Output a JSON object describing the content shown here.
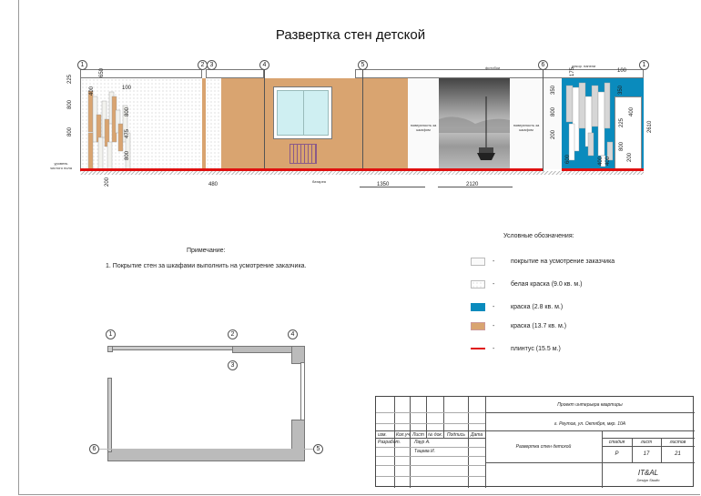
{
  "title": "Развертка стен детской",
  "axes": [
    "1",
    "2",
    "3",
    "4",
    "5",
    "6",
    "1"
  ],
  "elevation": {
    "floor_level_label": "уровень чистого пола",
    "photo_label": "фотобои",
    "decor_label": "декор. панели",
    "behind_wardrobe_left": "поверхность за шкафом",
    "behind_wardrobe_right": "поверхность за шкафом",
    "radiator_label": "батарея",
    "dims": {
      "d225": "225",
      "d650": "650",
      "d400": "400",
      "d100": "100",
      "d800a": "800",
      "d800b": "800",
      "d800c": "800",
      "d475": "475",
      "d800d": "800",
      "d200": "200",
      "d480": "480",
      "d1350": "1350",
      "d2120": "2120",
      "r175": "175",
      "r100": "100",
      "r350a": "350",
      "r800": "800",
      "r200a": "200",
      "r350b": "350",
      "r400a": "400",
      "r225": "225",
      "r800b": "800",
      "r200b": "200",
      "r600": "600",
      "r400b": "400",
      "r400c": "400",
      "r2610": "2610"
    }
  },
  "note": {
    "heading": "Примечание:",
    "text": "1. Покрытие стен за шкафами выполнить на усмотрение заказчика."
  },
  "legend": {
    "title": "Условные обозначения:",
    "items": [
      {
        "label": "покрытие на усмотрение заказчика",
        "color": "#ffffff"
      },
      {
        "label": "белая краска (9.0 кв. м.)",
        "color": "#ffffff"
      },
      {
        "label": "краска (2.8 кв. м.)",
        "color": "#0a8bbd"
      },
      {
        "label": "краска (13.7 кв. м.)",
        "color": "#d9a470"
      },
      {
        "label": "плинтус (15.5 м.)",
        "color": "#e01010"
      }
    ],
    "dash": "-"
  },
  "plan": {
    "axes": [
      "1",
      "2",
      "3",
      "4",
      "5",
      "6"
    ]
  },
  "title_block": {
    "project": "Проект интерьера квартиры",
    "address": "г. Реутов, ул. Октября, мкр. 10А",
    "headers": [
      "изм.",
      "Кол.уч.",
      "Лист",
      "№ док.",
      "Подпись",
      "Дата"
    ],
    "developed_label": "Разработ.",
    "author1": "Лаур А.",
    "author2": "Тацева И.",
    "sheet_name": "Развертка стен детской",
    "stage_label": "стадия",
    "sheet_label": "лист",
    "sheets_label": "листов",
    "stage": "Р",
    "sheet": "17",
    "sheets": "21",
    "studio": "IT&AL",
    "studio_sub": "Design Studio"
  }
}
